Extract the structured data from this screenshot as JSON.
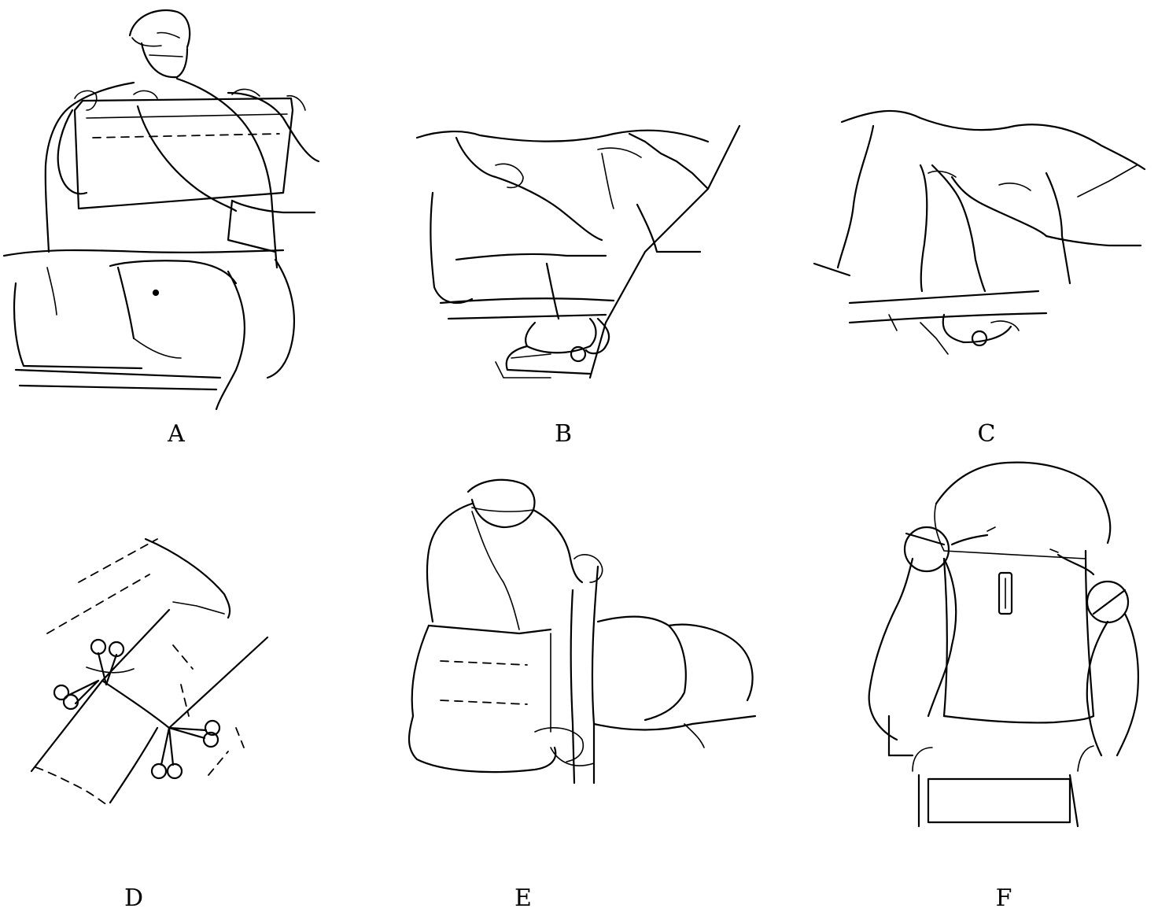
{
  "figure": {
    "panels": [
      {
        "label": "A"
      },
      {
        "label": "B"
      },
      {
        "label": "C"
      },
      {
        "label": "D"
      },
      {
        "label": "E"
      },
      {
        "label": "F"
      }
    ],
    "colors": {
      "ink": "#000000",
      "paper": "#ffffff"
    }
  }
}
